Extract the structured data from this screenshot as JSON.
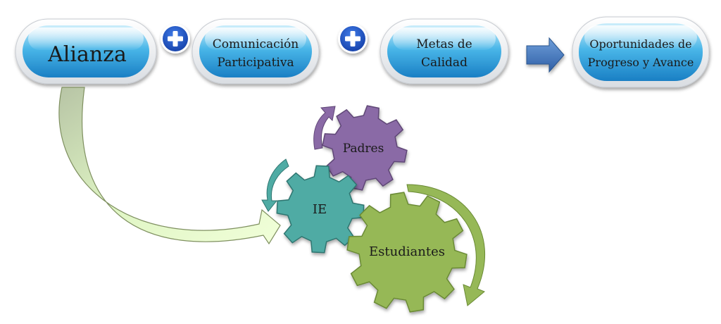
{
  "flow": {
    "step1": "Alianza",
    "step2_line1": "Comunicación",
    "step2_line2": "Participativa",
    "step3_line1": "Metas de",
    "step3_line2": "Calidad",
    "step4_line1": "Oportunidades de",
    "step4_line2": "Progreso y Avance"
  },
  "gears": {
    "padres": "Padres",
    "ie": "IE",
    "estudiantes": "Estudiantes"
  },
  "colors": {
    "pill_top": "#bfe6f7",
    "pill_mid": "#3aaee4",
    "pill_bottom": "#1b82c7",
    "plus_badge": "#1e54c8",
    "arrow_blue": "#3f78c2",
    "gear_purple": "#8a6aa6",
    "gear_teal": "#4faba4",
    "gear_green": "#96b857",
    "curve_green": "#d6f3b0"
  }
}
